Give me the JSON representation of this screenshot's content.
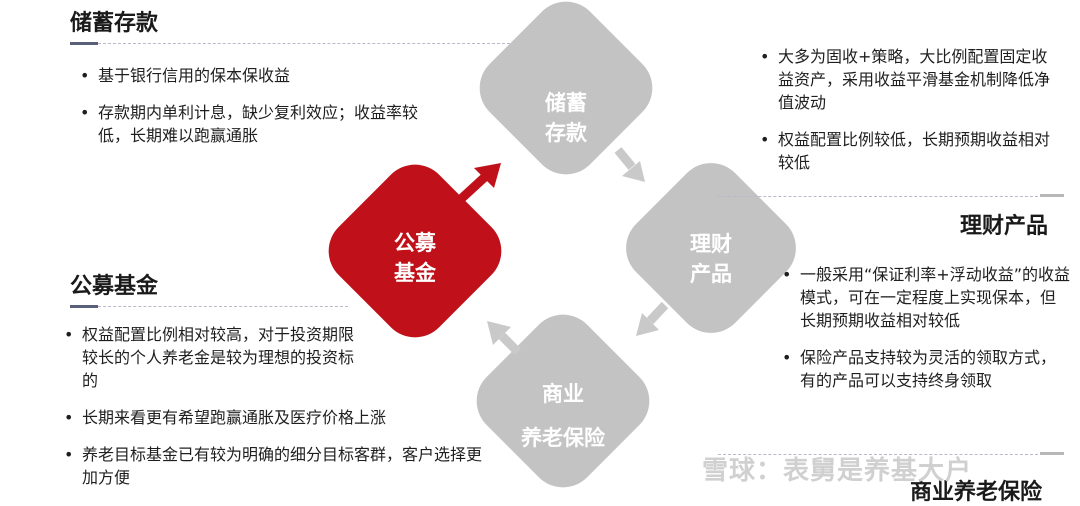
{
  "sections": {
    "savings": {
      "title": "储蓄存款",
      "bullets": [
        "基于银行信用的保本保收益",
        "存款期内单利计息，缺少复利效应；收益率较低，长期难以跑赢通胀"
      ]
    },
    "wealth": {
      "title": "理财产品",
      "bullets": [
        "大多为固收+策略，大比例配置固定收益资产，采用收益平滑基金机制降低净值波动",
        "权益配置比例较低，长期预期收益相对较低"
      ]
    },
    "fund": {
      "title": "公募基金",
      "bullets": [
        "权益配置比例相对较高，对于投资期限较长的个人养老金是较为理想的投资标的",
        "长期来看更有希望跑赢通胀及医疗价格上涨",
        "养老目标基金已有较为明确的细分目标客群，客户选择更加方便"
      ]
    },
    "insurance": {
      "title": "商业养老保险",
      "bullets": [
        "一般采用“保证利率+浮动收益”的收益模式，可在一定程度上实现保本，但长期预期收益相对较低",
        "保险产品支持较为灵活的领取方式，有的产品可以支持终身领取"
      ]
    }
  },
  "diagram": {
    "top": {
      "line1": "储蓄",
      "line2": "存款"
    },
    "right": {
      "line1": "理财",
      "line2": "产品"
    },
    "bottom": {
      "line1": "商业",
      "line2": "养老保险"
    },
    "left": {
      "line1": "公募",
      "line2": "基金"
    }
  },
  "colors": {
    "highlight": "#c0111b",
    "node": "#c3c3c3",
    "arrow_grey": "#c9c9c9"
  },
  "watermark": "雪球：表舅是养基大户"
}
